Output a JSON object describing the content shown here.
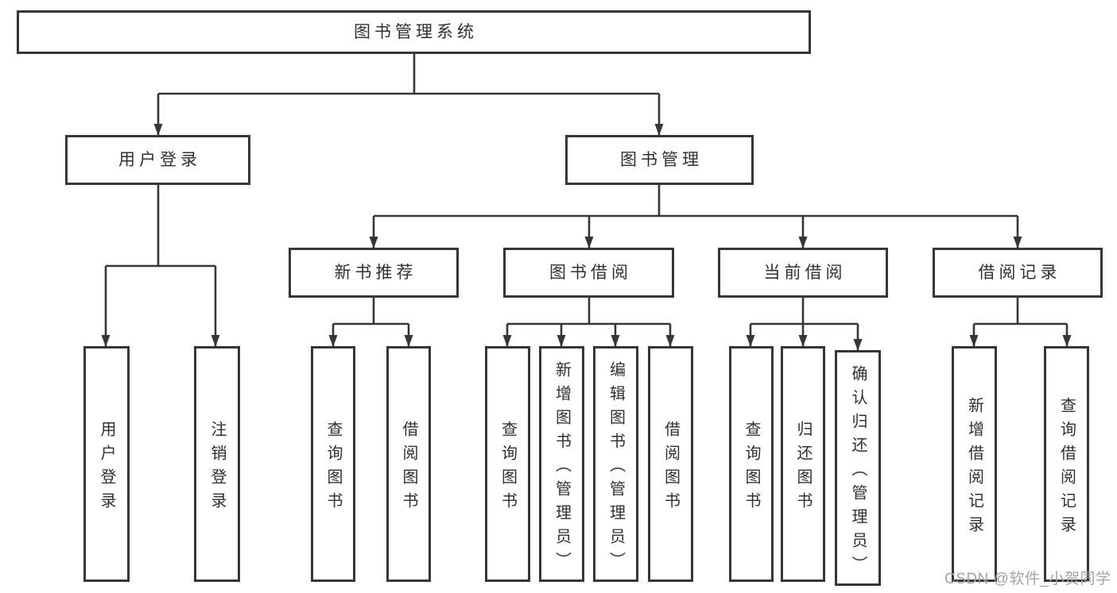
{
  "diagram": {
    "title": "图书管理系统",
    "root": {
      "label": "图书管理系统"
    },
    "level2": [
      {
        "label": "用户登录"
      },
      {
        "label": "图书管理"
      }
    ],
    "level3": [
      {
        "label": "新书推荐",
        "parent": "图书管理"
      },
      {
        "label": "图书借阅",
        "parent": "图书管理"
      },
      {
        "label": "当前借阅",
        "parent": "图书管理"
      },
      {
        "label": "借阅记录",
        "parent": "图书管理"
      }
    ],
    "leaves": [
      {
        "label": "用户登录",
        "parent": "用户登录"
      },
      {
        "label": "注销登录",
        "parent": "用户登录"
      },
      {
        "label": "查询图书",
        "parent": "新书推荐"
      },
      {
        "label": "借阅图书",
        "parent": "新书推荐"
      },
      {
        "label": "查询图书",
        "parent": "图书借阅"
      },
      {
        "label": "新增图书（管理员）",
        "parent": "图书借阅"
      },
      {
        "label": "编辑图书（管理员）",
        "parent": "图书借阅"
      },
      {
        "label": "借阅图书",
        "parent": "图书借阅"
      },
      {
        "label": "查询图书",
        "parent": "当前借阅"
      },
      {
        "label": "归还图书",
        "parent": "当前借阅"
      },
      {
        "label": "确认归还（管理员）",
        "parent": "当前借阅"
      },
      {
        "label": "新增借阅记录",
        "parent": "借阅记录"
      },
      {
        "label": "查询借阅记录",
        "parent": "借阅记录"
      }
    ]
  },
  "watermark": {
    "text": "CSDN @软件_小贺同学"
  },
  "colors": {
    "line": "#363636",
    "box_border": "#363636",
    "box_background": "#ffffff",
    "text": "#303030",
    "watermark": "#a3a3a3",
    "page_background": "#ffffff"
  }
}
